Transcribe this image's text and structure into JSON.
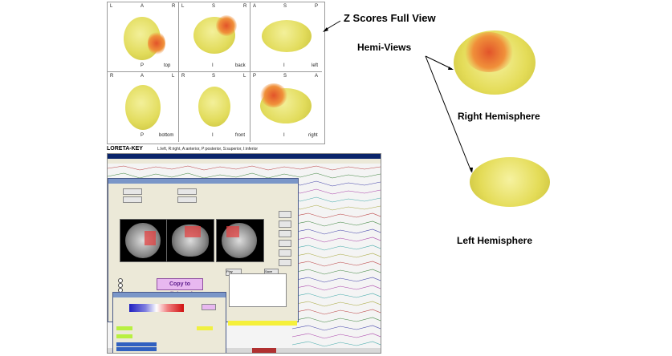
{
  "grid": {
    "cells": [
      {
        "labels": [
          "L",
          "A",
          "R"
        ],
        "bottom_left": "",
        "bottom_mid": "P",
        "bottom_right": "top"
      },
      {
        "labels": [
          "L",
          "S",
          "R"
        ],
        "bottom_left": "",
        "bottom_mid": "I",
        "bottom_right": "back"
      },
      {
        "labels": [
          "A",
          "S",
          "P"
        ],
        "bottom_left": "",
        "bottom_mid": "I",
        "bottom_right": "left"
      },
      {
        "labels": [
          "R",
          "A",
          "L"
        ],
        "bottom_left": "",
        "bottom_mid": "P",
        "bottom_right": "bottom"
      },
      {
        "labels": [
          "R",
          "S",
          "L"
        ],
        "bottom_left": "",
        "bottom_mid": "I",
        "bottom_right": "front"
      },
      {
        "labels": [
          "P",
          "S",
          "A"
        ],
        "bottom_left": "",
        "bottom_mid": "I",
        "bottom_right": "right"
      }
    ]
  },
  "annotations": {
    "z_scores": "Z Scores Full View",
    "hemi_views": "Hemi-Views",
    "right_hemisphere": "Right Hemisphere",
    "left_hemisphere": "Left Hemisphere",
    "loreta_key": "LORETA-KEY",
    "legend": "L:left, R:right, A:anterior, P:posterior, S:superior, I:inferior"
  },
  "eeg_window": {
    "copy_button": "Copy to clipboard",
    "play_label": "Play",
    "save_label": "Save"
  },
  "colors": {
    "brain_yellow": "#e2dc5c",
    "hot_spot": "#e2542a",
    "dialog_bg": "#ece9d8",
    "titlebar": "#0a246a",
    "yellow_bar": "#f5f03a"
  }
}
